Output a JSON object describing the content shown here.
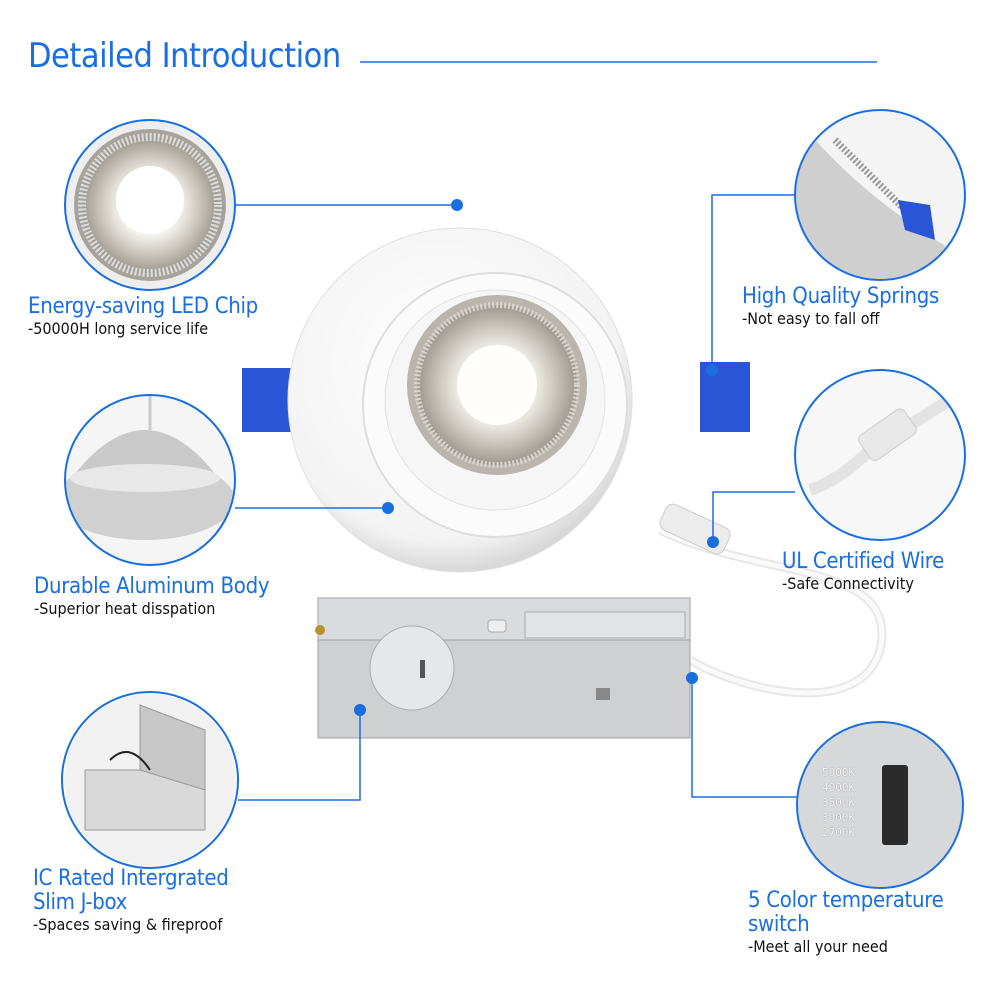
{
  "title": "Detailed Introduction",
  "features": {
    "led_chip": {
      "heading": "Energy-saving LED Chip",
      "sub": "-50000H long service life"
    },
    "body": {
      "heading": "Durable Aluminum Body",
      "sub": "-Superior heat disspation"
    },
    "jbox": {
      "heading_line1": "IC Rated Intergrated",
      "heading_line2": "Slim J-box",
      "sub": "-Spaces saving & fireproof"
    },
    "springs": {
      "heading": "High Quality Springs",
      "sub": "-Not easy to fall off"
    },
    "wire": {
      "heading": "UL Certified Wire",
      "sub": "-Safe Connectivity"
    },
    "switch": {
      "heading_line1": "5 Color temperature",
      "heading_line2": "switch",
      "sub": "-Meet all your need",
      "options": [
        "5000K",
        "4000K",
        "3500K",
        "3000K",
        "2700K"
      ]
    }
  },
  "colors": {
    "accent": "#1a6fe0",
    "tab": "#2a55d6"
  }
}
